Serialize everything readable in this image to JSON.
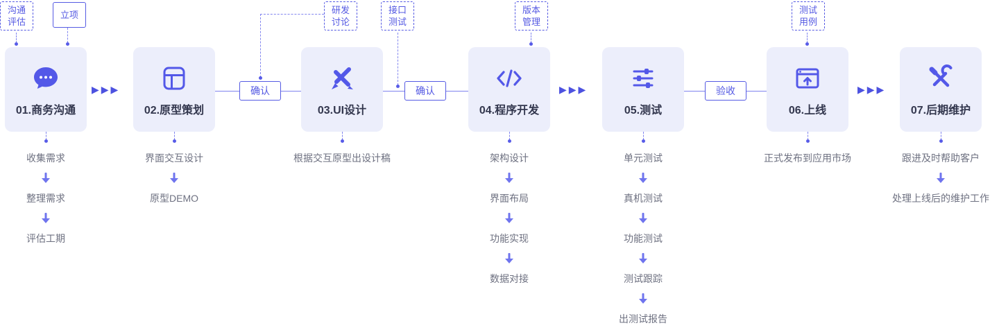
{
  "colors": {
    "accent": "#5358e8",
    "card_bg": "#eceefb",
    "title_text": "#33374e",
    "substep_text": "#6e7181",
    "dashed_line": "#8286ef"
  },
  "flow": {
    "arrow": "▶▶▶"
  },
  "tags": {
    "communication_evaluation": "沟通\n评估",
    "project_approval": "立项",
    "dev_discussion": "研发\n讨论",
    "api_test": "接口\n测试",
    "version_control": "版本\n管理",
    "test_case": "测试\n用例"
  },
  "gates": {
    "confirm1": "确认",
    "confirm2": "确认",
    "acceptance": "验收"
  },
  "stages": [
    {
      "label": "01.商务沟通",
      "icon": "chat-icon",
      "substeps": [
        "收集需求",
        "整理需求",
        "评估工期"
      ]
    },
    {
      "label": "02.原型策划",
      "icon": "wireframe-icon",
      "substeps": [
        "界面交互设计",
        "原型DEMO"
      ]
    },
    {
      "label": "03.UI设计",
      "icon": "design-pens-icon",
      "substeps": [
        "根据交互原型出设计稿"
      ]
    },
    {
      "label": "04.程序开发",
      "icon": "code-icon",
      "substeps": [
        "架构设计",
        "界面布局",
        "功能实现",
        "数据对接"
      ]
    },
    {
      "label": "05.测试",
      "icon": "sliders-icon",
      "substeps": [
        "单元测试",
        "真机测试",
        "功能测试",
        "测试跟踪",
        "出测试报告"
      ]
    },
    {
      "label": "06.上线",
      "icon": "launch-icon",
      "substeps": [
        "正式发布到应用市场"
      ]
    },
    {
      "label": "07.后期维护",
      "icon": "tools-icon",
      "substeps": [
        "跟进及时帮助客户",
        "处理上线后的维护工作"
      ]
    }
  ]
}
